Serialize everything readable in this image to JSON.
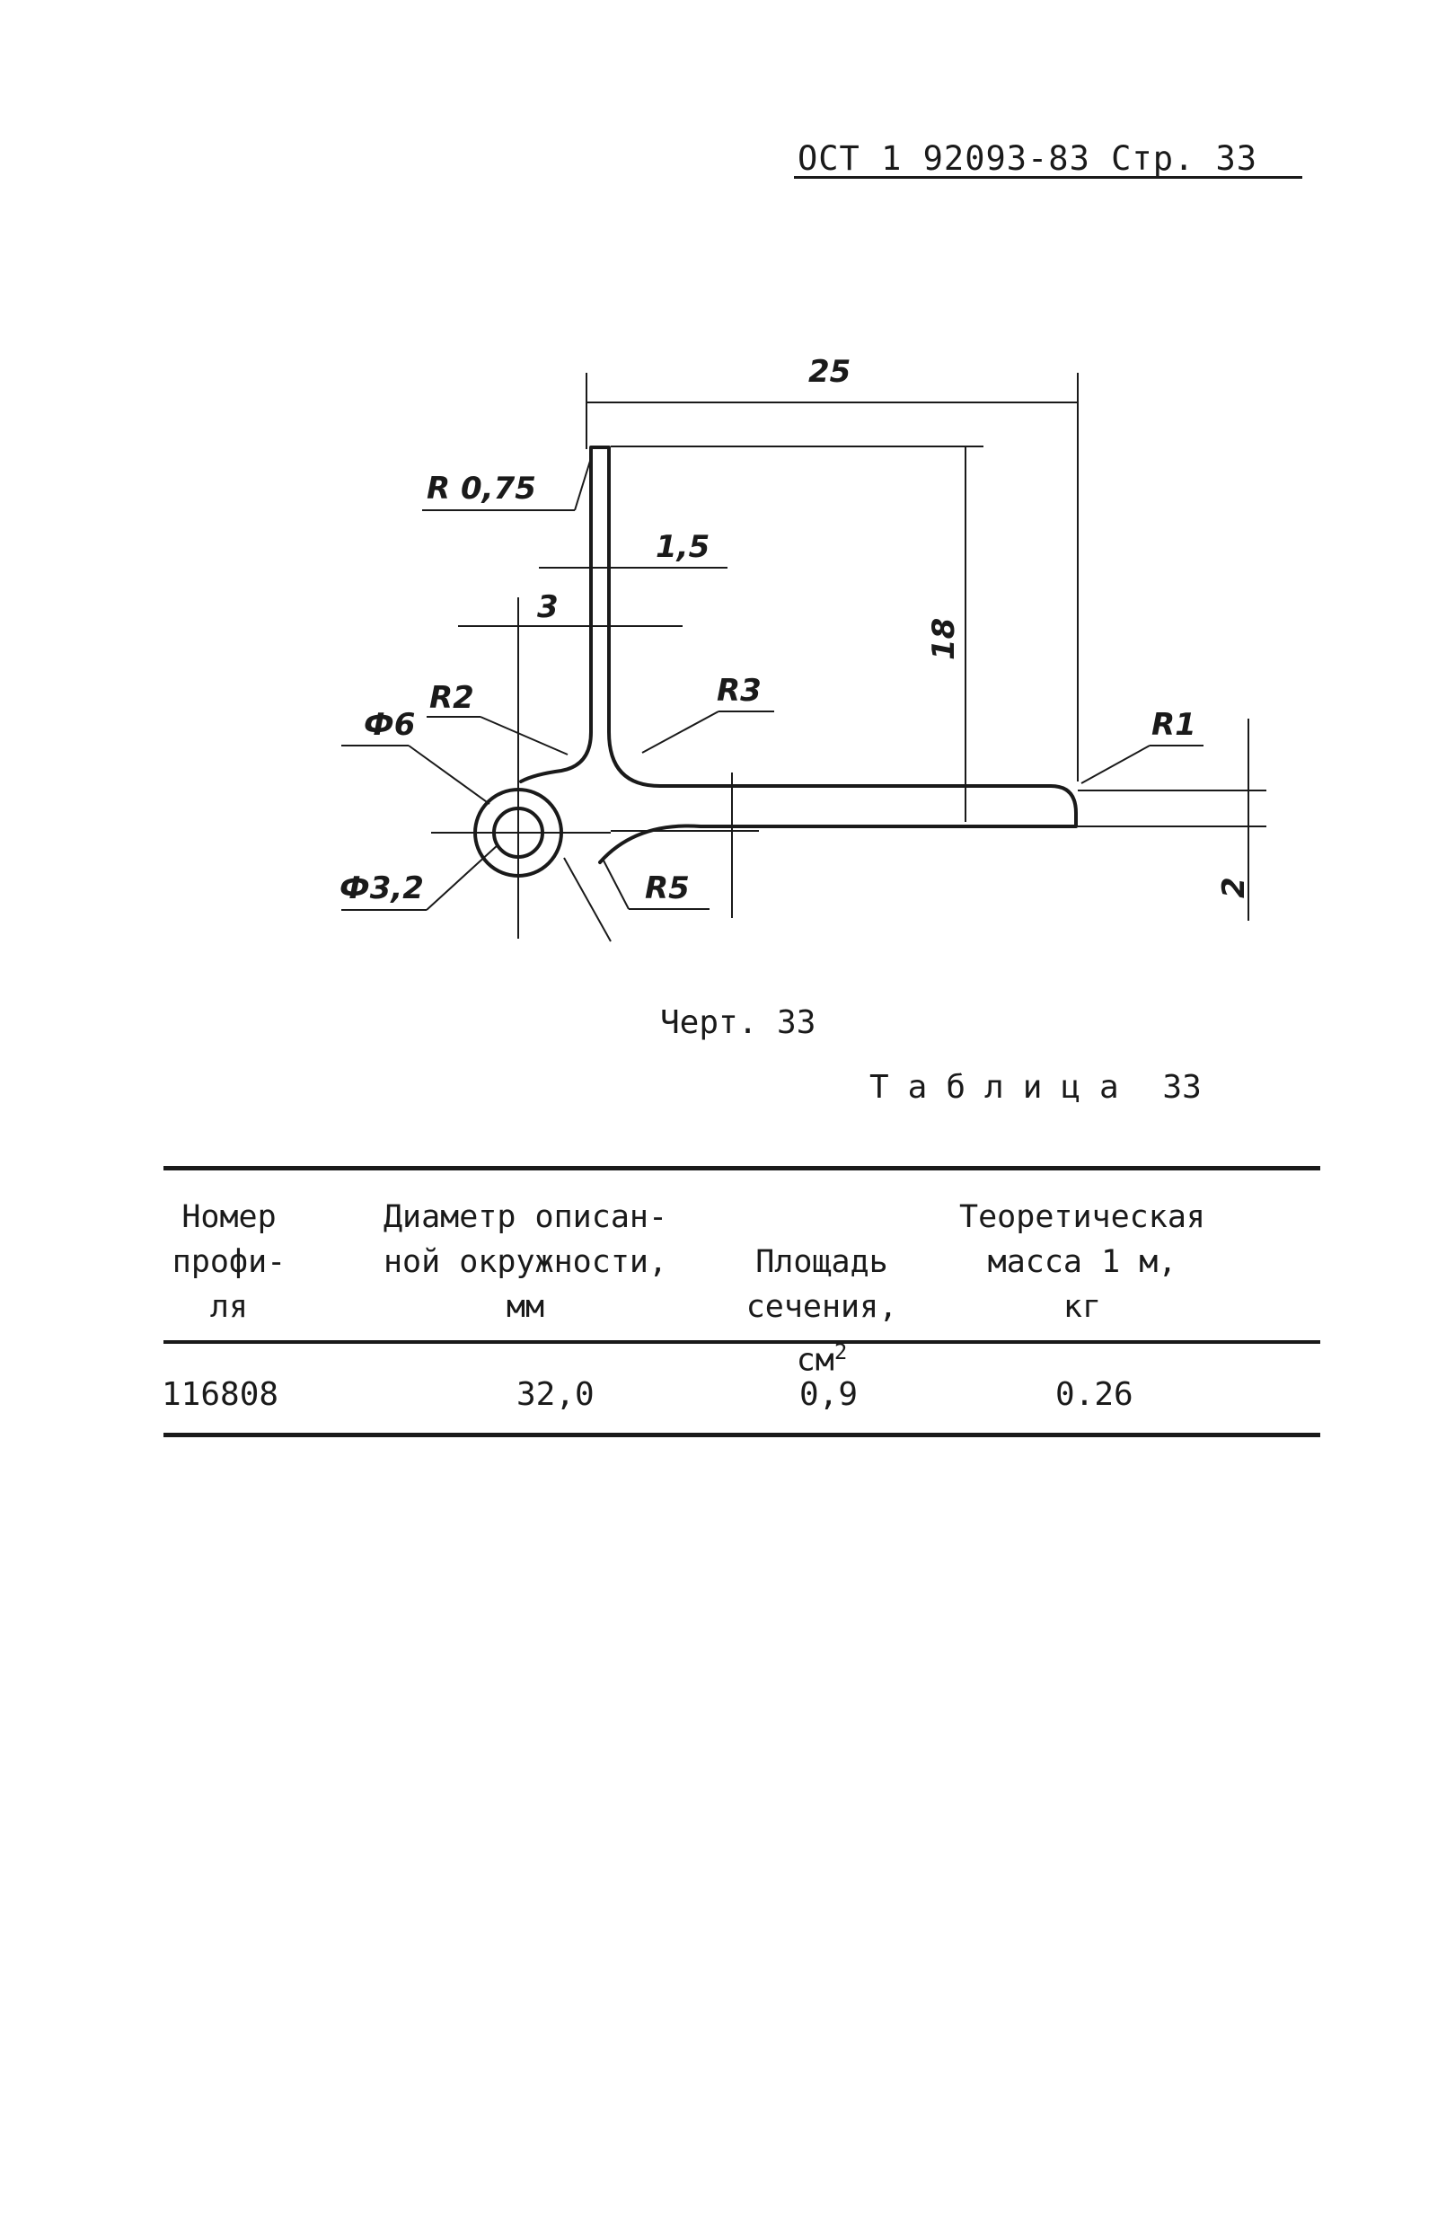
{
  "header": {
    "text": "ОСТ 1 92093-83 Стр. 33"
  },
  "drawing": {
    "labels": {
      "r075": "R 0,75",
      "d25": "25",
      "d15": "1,5",
      "d3": "3",
      "d18": "18",
      "r2": "R2",
      "r3": "R3",
      "r1": "R1",
      "phi6": "Ф6",
      "phi32": "Ф3,2",
      "r5": "R5",
      "d2": "2"
    }
  },
  "caption": "Черт. 33",
  "table": {
    "title_word": "Таблица",
    "title_number": "33",
    "headers": {
      "col1": "Номер\nпрофи-\nля",
      "col2": "Диаметр описан-\nной окружности,\nмм",
      "col3_main": "Площадь\nсечения,\nсм",
      "col3_sup": "2",
      "col4": "Теоретическая\nмасса 1 м,\nкг"
    },
    "rows": [
      {
        "profile": "116808",
        "diameter": "32,0",
        "area": "0,9",
        "mass": "0.26"
      }
    ]
  }
}
